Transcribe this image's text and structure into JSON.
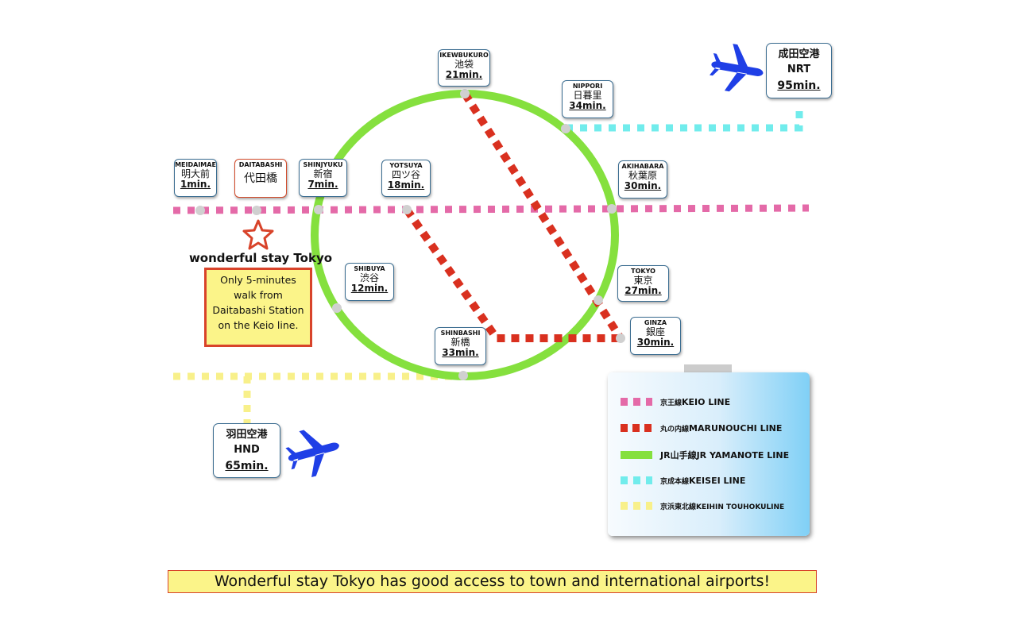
{
  "colors": {
    "keio": "#e46aa8",
    "marunouchi": "#d9301f",
    "yamanote": "#85e03e",
    "keisei": "#71ecec",
    "keihin": "#f8f08a",
    "airplane": "#1f3fe6",
    "station_dot": "#d0d0d0"
  },
  "stations": {
    "meidaimae": {
      "en": "MEIDAIMAE",
      "jp": "明大前",
      "min": "1min."
    },
    "daitabashi": {
      "en": "DAITABASHI",
      "jp": "代田橋",
      "min": ""
    },
    "shinjyuku": {
      "en": "SHINJYUKU",
      "jp": "新宿",
      "min": "7min."
    },
    "yotsuya": {
      "en": "YOTSUYA",
      "jp": "四ツ谷",
      "min": "18min."
    },
    "ikebukuro": {
      "en": "IKEWBUKURO",
      "jp": "池袋",
      "min": "21min."
    },
    "nippori": {
      "en": "NIPPORI",
      "jp": "日暮里",
      "min": "34min."
    },
    "akihabara": {
      "en": "AKIHABARA",
      "jp": "秋葉原",
      "min": "30min."
    },
    "tokyo": {
      "en": "TOKYO",
      "jp": "東京",
      "min": "27min."
    },
    "ginza": {
      "en": "GINZA",
      "jp": "銀座",
      "min": "30min."
    },
    "shinbashi": {
      "en": "SHINBASHI",
      "jp": "新橋",
      "min": "33min."
    },
    "shibuya": {
      "en": "SHIBUYA",
      "jp": "渋谷",
      "min": "12min."
    }
  },
  "airports": {
    "narita": {
      "jp": "成田空港",
      "code": "NRT",
      "min": "95min.",
      "icon": "airplane-icon"
    },
    "haneda": {
      "jp": "羽田空港",
      "code": "HND",
      "min": "65min.",
      "icon": "airplane-icon"
    }
  },
  "hotel": {
    "name": "wonderful stay Tokyo",
    "icon": "star-icon",
    "note": "Only 5-minutes walk from Daitabashi Station on the Keio line."
  },
  "legend": {
    "keio": {
      "jp": "京王線",
      "en": "KEIO LINE"
    },
    "marunouchi": {
      "jp": "丸の内線",
      "en": "MARUNOUCHI LINE"
    },
    "yamanote": {
      "jp": "JR山手線",
      "en": "JR YAMANOTE LINE"
    },
    "keisei": {
      "jp": "京成本線",
      "en": "KEISEI LINE"
    },
    "keihin": {
      "jp": "京浜東北線",
      "en": "KEIHIN TOUHOKULINE"
    }
  },
  "footer": "Wonderful stay Tokyo has good access to town and international airports!"
}
